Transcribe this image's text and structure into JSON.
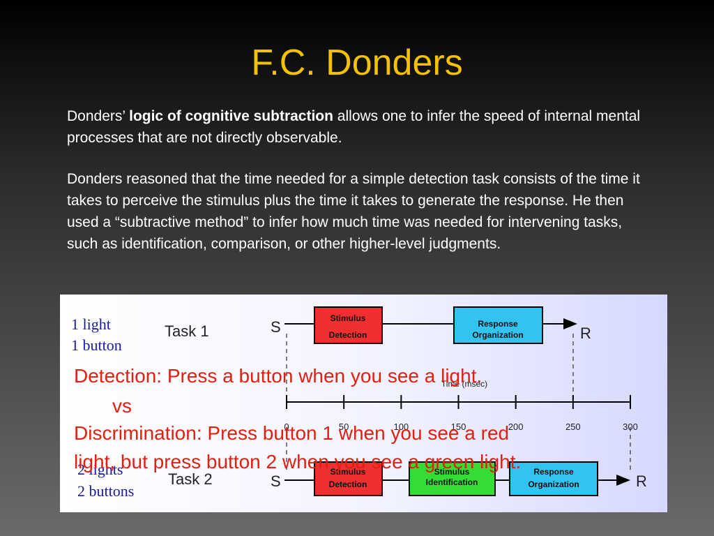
{
  "slide": {
    "title": "F.C. Donders",
    "para1": {
      "prefix": "Donders’ ",
      "bold": "logic of cognitive subtraction",
      "suffix": " allows one to infer the speed of internal mental processes that are not directly observable."
    },
    "para2": "Donders reasoned that the time needed for a simple detection task consists of the time it takes to perceive the stimulus plus the time it takes to generate the response.  He then used a “subtractive method” to infer how much time was needed for intervening tasks, such as identification, comparison, or other higher-level judgments."
  },
  "figure": {
    "task1": {
      "side_label_1": "1 light",
      "side_label_2": "1 button",
      "label": "Task 1",
      "start": "S",
      "end": "R",
      "boxes": [
        {
          "line1": "Stimulus",
          "line2": "Detection",
          "color": "#ee3030"
        },
        {
          "line1": "Response",
          "line2": "Organization",
          "color": "#33c3f0"
        }
      ]
    },
    "timeline": {
      "label": "Time (msec)",
      "ticks": [
        "0",
        "50",
        "100",
        "150",
        "200",
        "250",
        "300"
      ]
    },
    "task2": {
      "side_label_1": "2 lights",
      "side_label_2": "2 buttons",
      "label": "Task 2",
      "start": "S",
      "end": "R",
      "boxes": [
        {
          "line1": "Stimulus",
          "line2": "Detection",
          "color": "#ee3030"
        },
        {
          "line1": "Stimulus",
          "line2": "Identification",
          "color": "#33dd33"
        },
        {
          "line1": "Response",
          "line2": "Organization",
          "color": "#33c3f0"
        }
      ]
    },
    "colors": {
      "side_label": "#1a1aa0",
      "overlay_text": "#e02010"
    }
  },
  "overlay": {
    "detection_term": "Detection:",
    "detection_text": " Press a button when you see a light.",
    "vs": "vs",
    "discrimination_term": "Discrimination:",
    "discrimination_text": " Press button 1 when you see a red",
    "discrimination_text2": "light, but press button 2 when you see a green light."
  }
}
